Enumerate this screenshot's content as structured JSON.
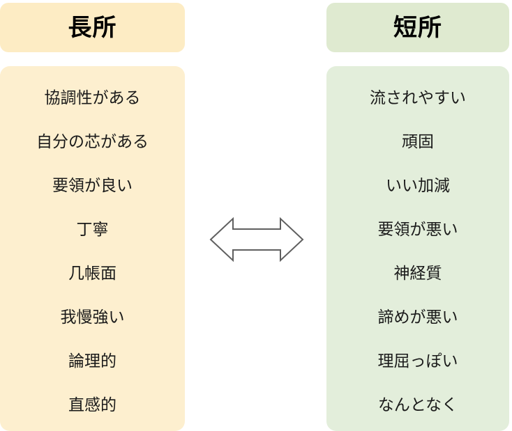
{
  "diagram": {
    "type": "two-column-comparison",
    "columns": [
      {
        "id": "strengths",
        "title": "長所",
        "header_color": "#fdecc4",
        "body_color": "#fdefcf",
        "items": [
          "協調性がある",
          "自分の芯がある",
          "要領が良い",
          "丁寧",
          "几帳面",
          "我慢強い",
          "論理的",
          "直感的"
        ]
      },
      {
        "id": "weaknesses",
        "title": "短所",
        "header_color": "#dfead0",
        "body_color": "#e3eedb",
        "items": [
          "流されやすい",
          "頑固",
          "いい加減",
          "要領が悪い",
          "神経質",
          "諦めが悪い",
          "理屈っぽい",
          "なんとなく"
        ]
      }
    ],
    "connector": {
      "icon": "double-arrow-horizontal-icon",
      "fill": "#ffffff",
      "stroke": "#5f5f5f"
    }
  }
}
